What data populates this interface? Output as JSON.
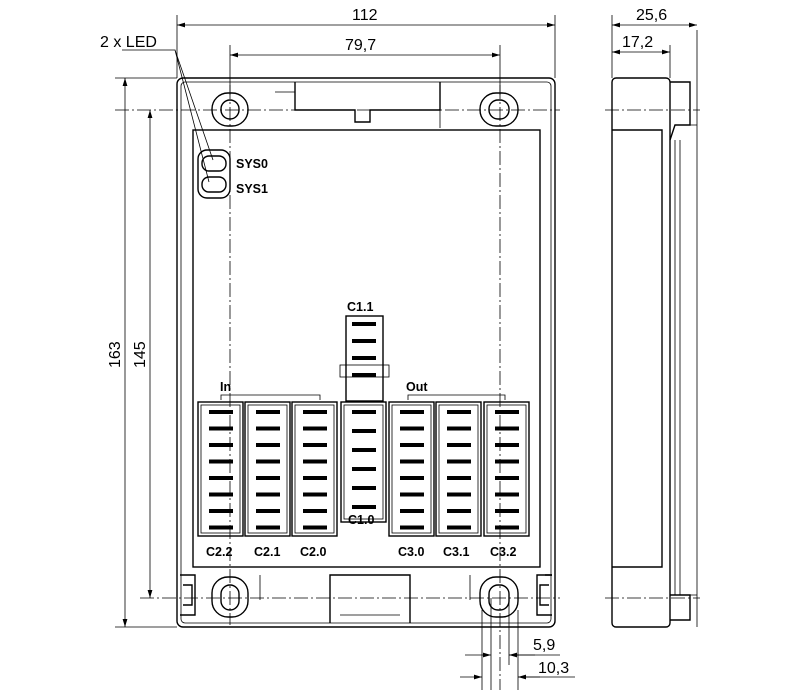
{
  "dimensions": {
    "width_total": "112",
    "hole_spacing": "79,7",
    "height_total": "163",
    "hole_height": "145",
    "depth_total": "25,6",
    "depth_front": "17,2",
    "hole_diameter": "5,9",
    "slot_width": "10,3"
  },
  "leds": {
    "callout": "2 x LED",
    "led0": "SYS0",
    "led1": "SYS1"
  },
  "groups": {
    "in": "In",
    "out": "Out"
  },
  "connectors": {
    "c11": "C1.1",
    "c10": "C1.0",
    "c22": "C2.2",
    "c21": "C2.1",
    "c20": "C2.0",
    "c30": "C3.0",
    "c31": "C3.1",
    "c32": "C3.2"
  }
}
